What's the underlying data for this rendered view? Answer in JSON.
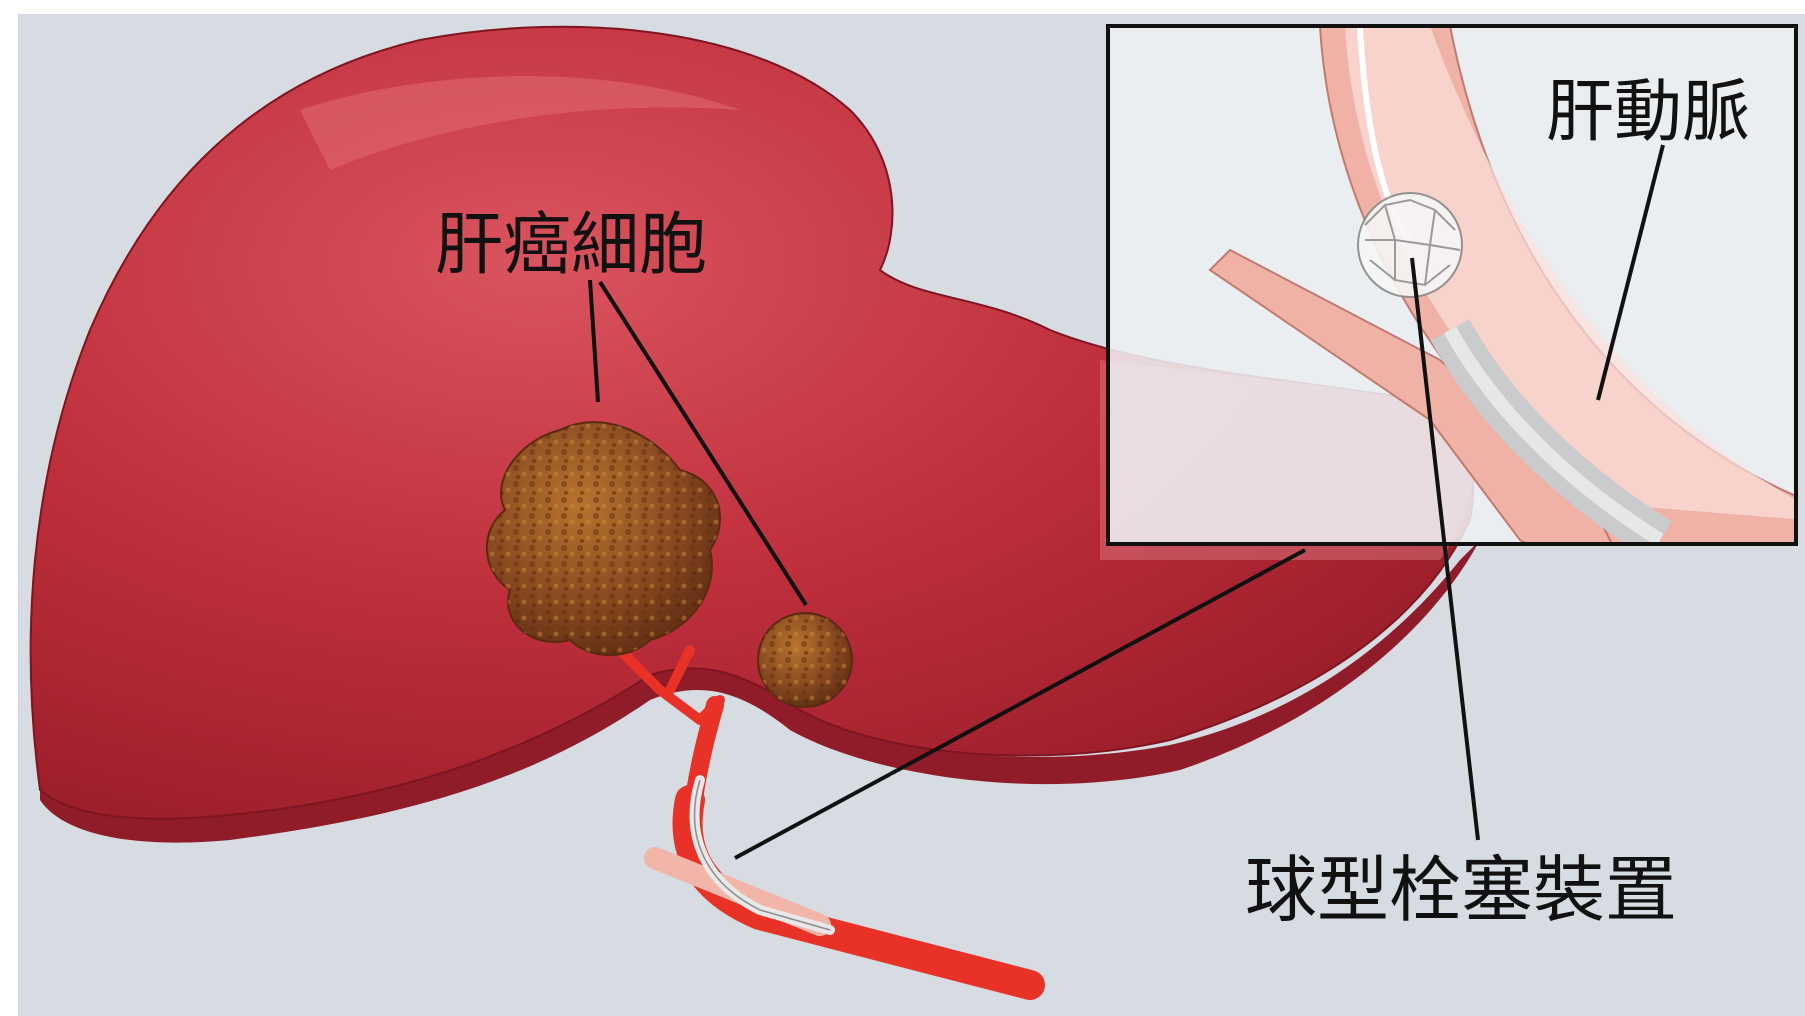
{
  "labels": {
    "liver_cancer_cells": "肝癌細胞",
    "hepatic_artery": "肝動脈",
    "spherical_embolization_device": "球型栓塞裝置"
  },
  "colors": {
    "background": "#d7dbe2",
    "liver": "#c02f3c",
    "liver_dark": "#9d1f2c",
    "tumor": "#8a4a20",
    "artery": "#e8a89e",
    "blood": "#e32a22",
    "inset_bg": "#eef0f3"
  }
}
